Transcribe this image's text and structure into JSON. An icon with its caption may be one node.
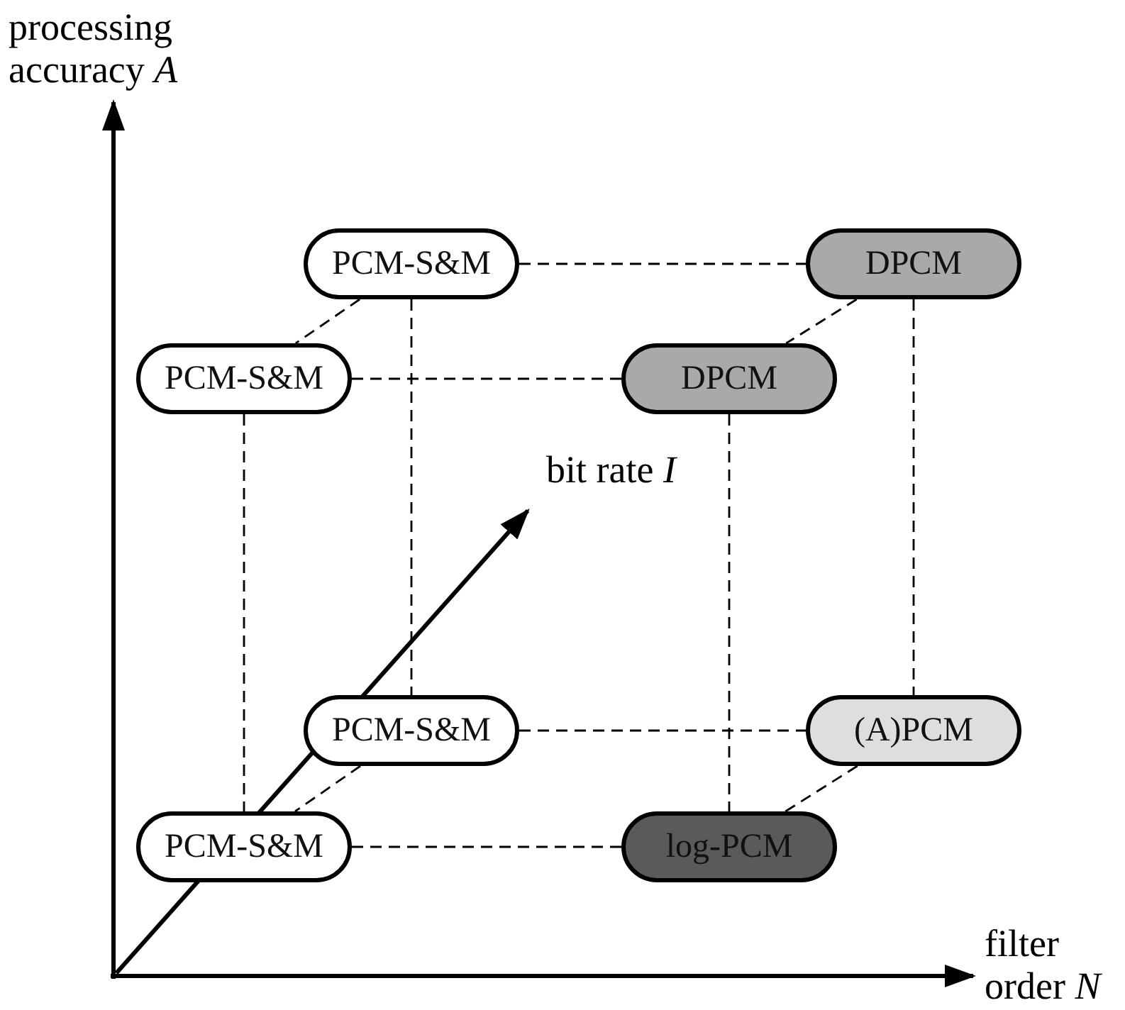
{
  "diagram": {
    "nodes": [
      {
        "text": [
          "PCM-S&M"
        ]
      },
      {
        "text": [
          "DPCM"
        ]
      },
      {
        "text": [
          "PCM-S&M"
        ]
      },
      {
        "text": [
          "DPCM"
        ]
      },
      {
        "text": [
          "PCM-S&M"
        ]
      },
      {
        "text": [
          "(A)PCM"
        ]
      },
      {
        "text": [
          "PCM-S&M"
        ]
      },
      {
        "text": [
          "log-PCM"
        ]
      }
    ],
    "edges": [
      {
        "from": 0,
        "to": 1,
        "arrow": "none",
        "style": "dashed"
      },
      {
        "from": 2,
        "to": 3,
        "arrow": "none",
        "style": "dashed"
      },
      {
        "from": 4,
        "to": 5,
        "arrow": "none",
        "style": "dashed"
      },
      {
        "from": 6,
        "to": 7,
        "arrow": "none",
        "style": "dashed"
      },
      {
        "from": 0,
        "to": 2,
        "arrow": "none",
        "style": "dashed"
      },
      {
        "from": 1,
        "to": 3,
        "arrow": "none",
        "style": "dashed"
      },
      {
        "from": 4,
        "to": 6,
        "arrow": "none",
        "style": "dashed"
      },
      {
        "from": 5,
        "to": 7,
        "arrow": "none",
        "style": "dashed"
      },
      {
        "from": 0,
        "to": 4,
        "arrow": "none",
        "style": "dashed"
      },
      {
        "from": 1,
        "to": 5,
        "arrow": "none",
        "style": "dashed"
      },
      {
        "from": 2,
        "to": 6,
        "arrow": "none",
        "style": "dashed"
      },
      {
        "from": 3,
        "to": 7,
        "arrow": "none",
        "style": "dashed"
      }
    ],
    "labels": [
      "processing accuracy *A*",
      "bit rate *I*",
      "filter order *N*"
    ]
  }
}
